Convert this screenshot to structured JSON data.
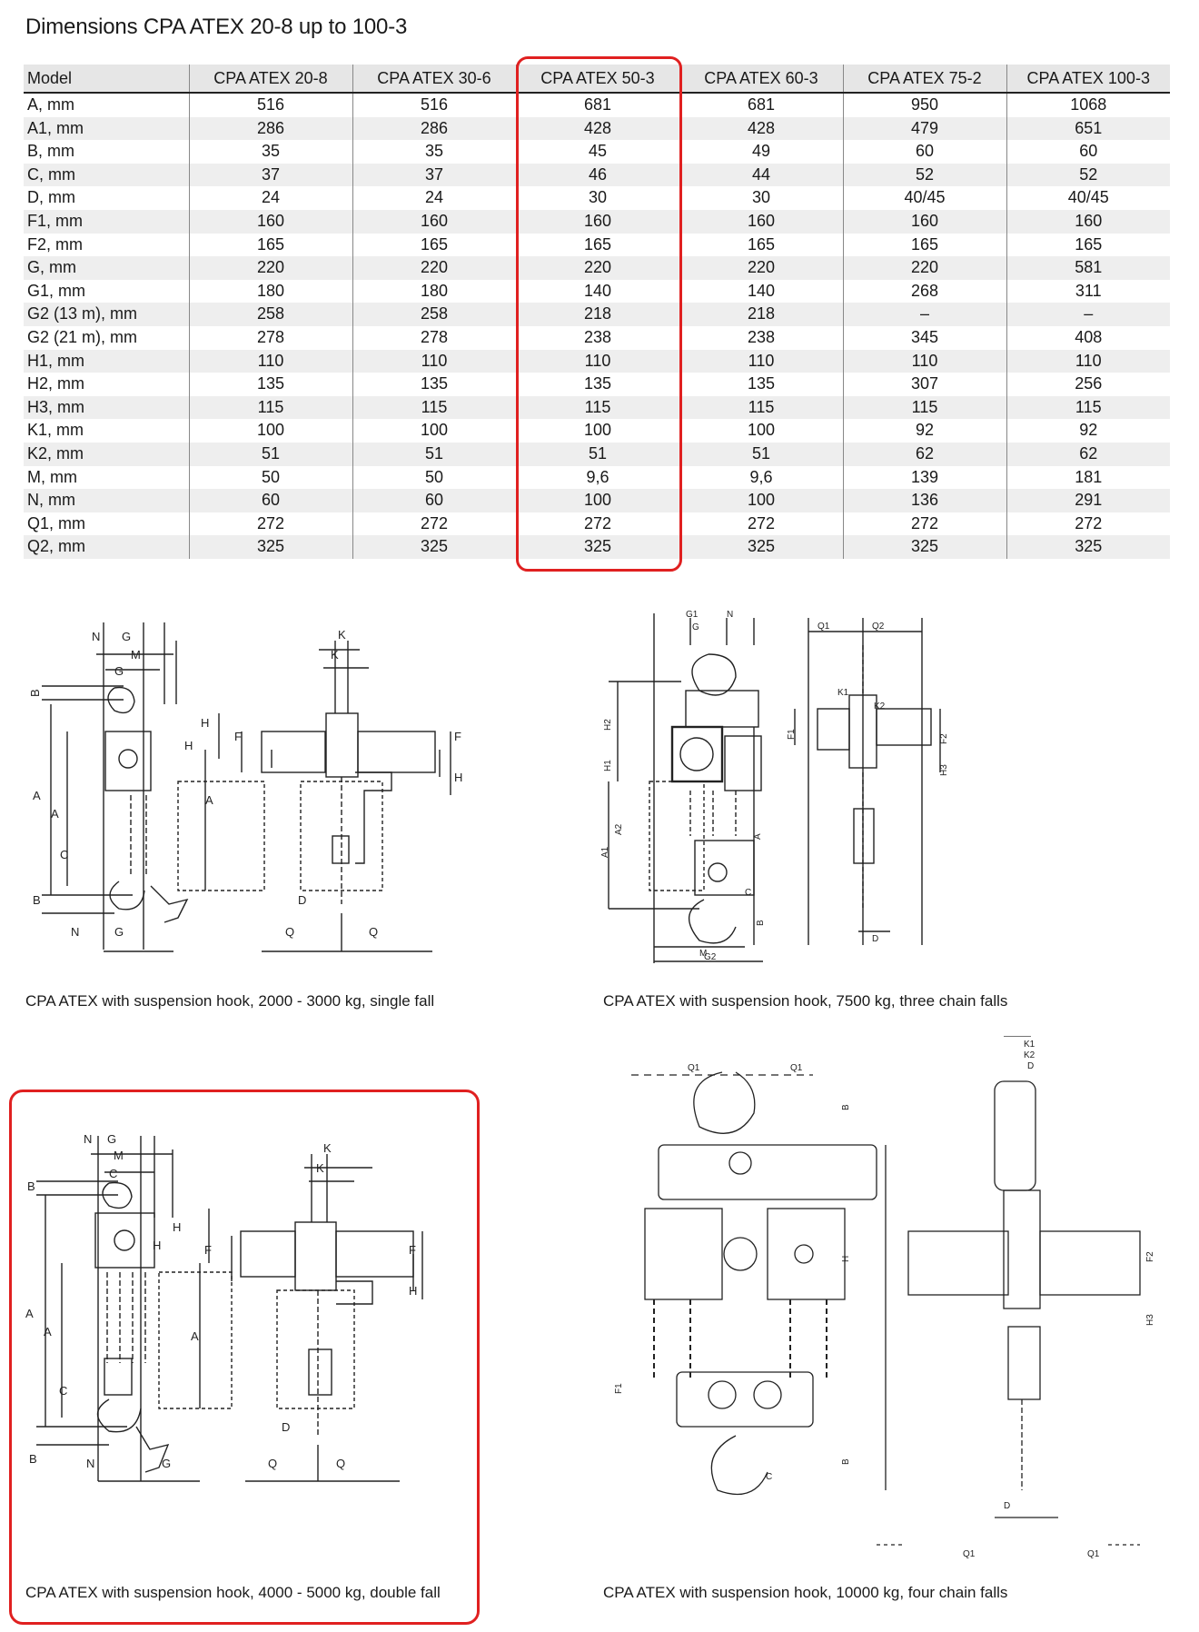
{
  "title": "Dimensions CPA ATEX 20-8 up to 100-3",
  "table": {
    "header": [
      "Model",
      "CPA ATEX 20-8",
      "CPA ATEX 30-6",
      "CPA ATEX 50-3",
      "CPA ATEX 60-3",
      "CPA ATEX 75-2",
      "CPA ATEX 100-3"
    ],
    "rows": [
      [
        "A, mm",
        "516",
        "516",
        "681",
        "681",
        "950",
        "1068"
      ],
      [
        "A1, mm",
        "286",
        "286",
        "428",
        "428",
        "479",
        "651"
      ],
      [
        "B, mm",
        "35",
        "35",
        "45",
        "49",
        "60",
        "60"
      ],
      [
        "C, mm",
        "37",
        "37",
        "46",
        "44",
        "52",
        "52"
      ],
      [
        "D, mm",
        "24",
        "24",
        "30",
        "30",
        "40/45",
        "40/45"
      ],
      [
        "F1, mm",
        "160",
        "160",
        "160",
        "160",
        "160",
        "160"
      ],
      [
        "F2, mm",
        "165",
        "165",
        "165",
        "165",
        "165",
        "165"
      ],
      [
        "G, mm",
        "220",
        "220",
        "220",
        "220",
        "220",
        "581"
      ],
      [
        "G1, mm",
        "180",
        "180",
        "140",
        "140",
        "268",
        "311"
      ],
      [
        "G2 (13 m), mm",
        "258",
        "258",
        "218",
        "218",
        "–",
        "–"
      ],
      [
        "G2 (21 m), mm",
        "278",
        "278",
        "238",
        "238",
        "345",
        "408"
      ],
      [
        "H1, mm",
        "110",
        "110",
        "110",
        "110",
        "110",
        "110"
      ],
      [
        "H2, mm",
        "135",
        "135",
        "135",
        "135",
        "307",
        "256"
      ],
      [
        "H3, mm",
        "115",
        "115",
        "115",
        "115",
        "115",
        "115"
      ],
      [
        "K1, mm",
        "100",
        "100",
        "100",
        "100",
        "92",
        "92"
      ],
      [
        "K2, mm",
        "51",
        "51",
        "51",
        "51",
        "62",
        "62"
      ],
      [
        "M, mm",
        "50",
        "50",
        "9,6",
        "9,6",
        "139",
        "181"
      ],
      [
        "N, mm",
        "60",
        "60",
        "100",
        "100",
        "136",
        "291"
      ],
      [
        "Q1, mm",
        "272",
        "272",
        "272",
        "272",
        "272",
        "272"
      ],
      [
        "Q2, mm",
        "325",
        "325",
        "325",
        "325",
        "325",
        "325"
      ]
    ]
  },
  "highlight_color": "#e02020",
  "captions": {
    "single_fall": "CPA ATEX with suspension hook, 2000 - 3000 kg, single fall",
    "three_falls": "CPA ATEX with suspension hook, 7500 kg, three chain falls",
    "double_fall": "CPA ATEX with suspension hook, 4000 - 5000 kg, double fall",
    "four_falls": "CPA ATEX with suspension hook, 10000 kg, four chain falls"
  },
  "dimension_labels": {
    "single_front": [
      "N",
      "G",
      "M",
      "G",
      "B",
      "H",
      "H",
      "A",
      "A",
      "C",
      "B",
      "N",
      "G"
    ],
    "single_side": [
      "K",
      "K",
      "F",
      "F",
      "H",
      "D",
      "Q",
      "Q"
    ],
    "three_front": [
      "G1",
      "N",
      "G",
      "H2",
      "H1",
      "A2",
      "A1",
      "A",
      "M",
      "G2",
      "B",
      "C"
    ],
    "three_side": [
      "Q1",
      "Q2",
      "K1",
      "K2",
      "F1",
      "F2",
      "H3",
      "D"
    ],
    "double_front": [
      "N",
      "G",
      "M",
      "C",
      "B",
      "H",
      "H",
      "A",
      "A",
      "A",
      "C",
      "B",
      "N",
      "G"
    ],
    "double_side": [
      "K",
      "K",
      "F",
      "F",
      "H",
      "D",
      "Q",
      "Q"
    ],
    "four_front": [
      "Q1",
      "Q1",
      "B",
      "H",
      "F1",
      "B",
      "C",
      "Q1",
      "Q1"
    ],
    "four_side": [
      "K1",
      "K2",
      "D",
      "F2",
      "H3",
      "D"
    ]
  }
}
